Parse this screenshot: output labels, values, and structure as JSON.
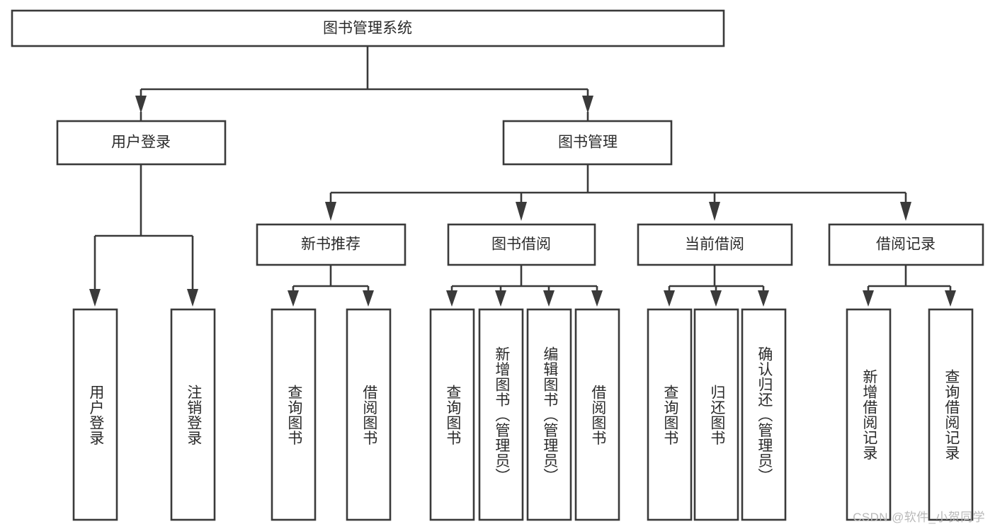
{
  "diagram": {
    "title": "图书管理系统",
    "type": "tree-hierarchy-diagram",
    "colors": {
      "box_stroke": "#3a3a3a",
      "box_fill": "#ffffff",
      "connector": "#3a3a3a",
      "text": "#2b2b2b",
      "background": "#ffffff",
      "watermark": "#b9b9b9"
    },
    "root": {
      "label": "图书管理系统"
    },
    "level2": [
      {
        "label": "用户登录"
      },
      {
        "label": "图书管理"
      }
    ],
    "level3": [
      {
        "label": "新书推荐"
      },
      {
        "label": "图书借阅"
      },
      {
        "label": "当前借阅"
      },
      {
        "label": "借阅记录"
      }
    ],
    "leaves": {
      "user_login": [
        {
          "label": "用户登录"
        },
        {
          "label": "注销登录"
        }
      ],
      "new_book_recommend": [
        {
          "label": "查询图书"
        },
        {
          "label": "借阅图书"
        }
      ],
      "book_borrow": [
        {
          "label": "查询图书"
        },
        {
          "label": "新增图书（管理员）"
        },
        {
          "label": "编辑图书（管理员）"
        },
        {
          "label": "借阅图书"
        }
      ],
      "current_borrow": [
        {
          "label": "查询图书"
        },
        {
          "label": "归还图书"
        },
        {
          "label": "确认归还（管理员）"
        }
      ],
      "borrow_record": [
        {
          "label": "新增借阅记录"
        },
        {
          "label": "查询借阅记录"
        }
      ]
    }
  },
  "watermark": {
    "text": "CSDN @软件_小贺同学"
  }
}
